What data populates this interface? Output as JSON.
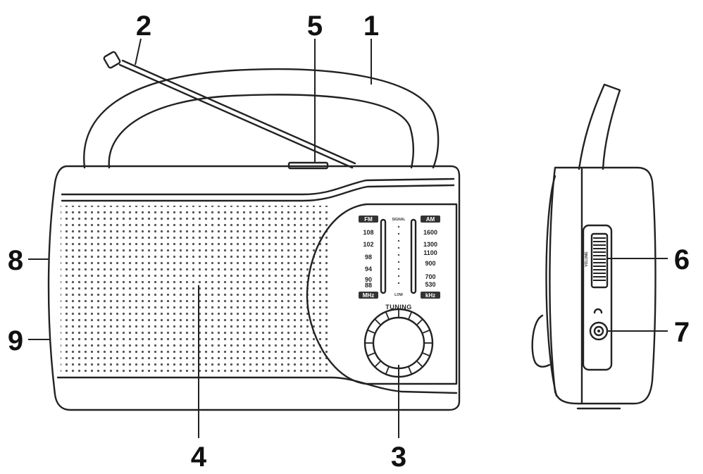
{
  "callouts": {
    "c1": "1",
    "c2": "2",
    "c3": "3",
    "c4": "4",
    "c5": "5",
    "c6": "6",
    "c7": "7",
    "c8": "8",
    "c9": "9"
  },
  "dial": {
    "fm_badge": "FM",
    "am_badge": "AM",
    "fm_unit": "MHz",
    "am_unit": "kHz",
    "fm_scale": [
      "108",
      "102",
      "98",
      "94",
      "90",
      "88"
    ],
    "am_scale": [
      "1600",
      "1300",
      "1100",
      "900",
      "700",
      "530"
    ],
    "signal_top": "SIGNAL",
    "signal_bottom": "LOW",
    "tuning_label": "TUNING"
  },
  "side_panel": {
    "volume_label": "VOLUME"
  },
  "colors": {
    "line": "#222222",
    "badge": "#333333",
    "background": "#ffffff"
  }
}
